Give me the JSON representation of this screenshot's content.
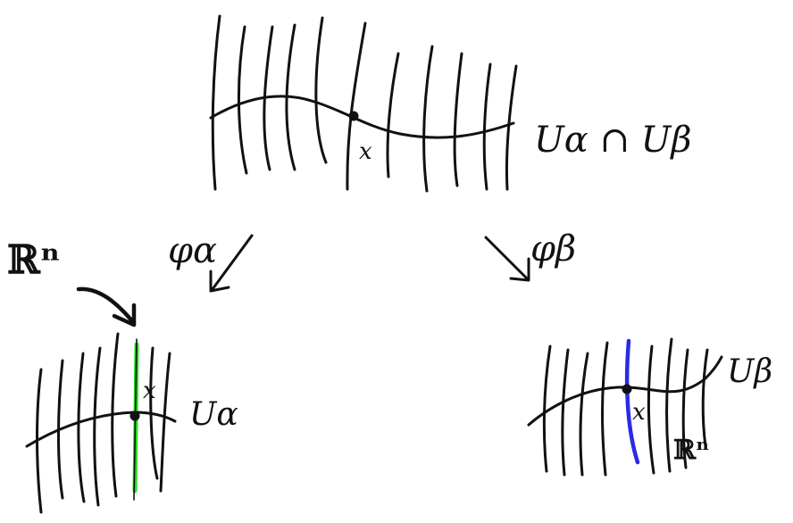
{
  "labels": {
    "top_region": "Uα ∩ Uβ",
    "top_point": "x",
    "map_alpha": "φα",
    "map_beta": "φβ",
    "left_space": "ℝⁿ",
    "left_point": "x",
    "left_region": "Uα",
    "right_point": "x",
    "right_region": "Uβ",
    "right_space": "ℝⁿ"
  },
  "colors": {
    "ink": "#111111",
    "highlight_alpha": "#22e01a",
    "highlight_beta": "#2a2ae6"
  }
}
